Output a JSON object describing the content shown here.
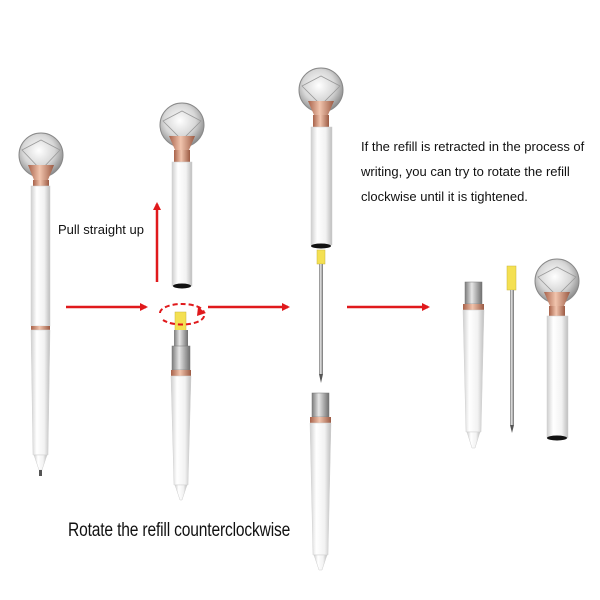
{
  "labels": {
    "pull": "Pull straight up",
    "instruction": "If the refill is retracted in the process of writing, you can try to rotate the refill clockwise until it is tightened.",
    "rotate": "Rotate the refill counterclockwise"
  },
  "colors": {
    "arrow": "#e0191c",
    "rose_gold": "#d49a82",
    "refill_tip": "#f4e052",
    "pen_body": "#f3f3f3"
  },
  "icons": [
    "diamond-top",
    "red-arrow",
    "circular-rotate-arrow"
  ]
}
